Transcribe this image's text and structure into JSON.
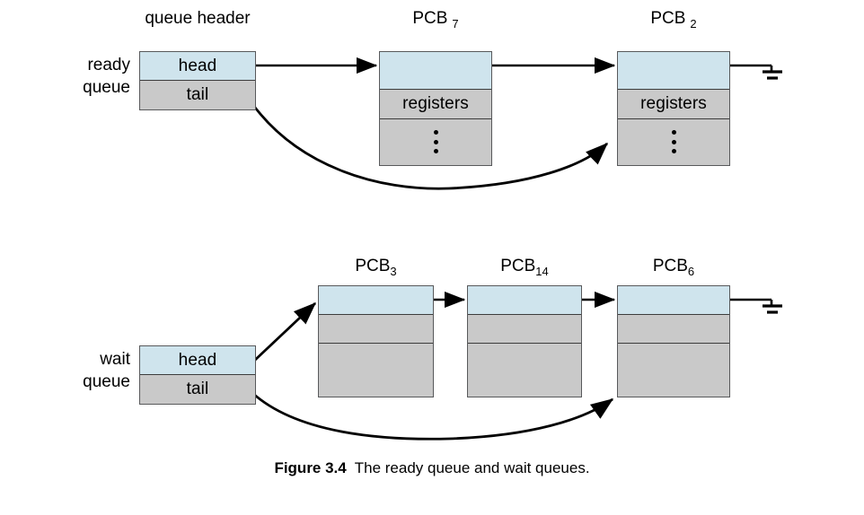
{
  "figure": {
    "caption_label": "Figure 3.4",
    "caption_text": "The ready queue and wait queues.",
    "colors": {
      "pointer_field": "#cfe4ed",
      "body_field": "#c9c9c9",
      "border": "#58595b",
      "line": "#000000"
    }
  },
  "ready_queue": {
    "side_label": "ready\nqueue",
    "header_title": "queue header",
    "header": {
      "head_label": "head",
      "tail_label": "tail"
    },
    "nodes": [
      {
        "title_base": "PCB",
        "title_sub": "7",
        "sub_style": "spaced",
        "fields": [
          "",
          "registers",
          "dots"
        ]
      },
      {
        "title_base": "PCB",
        "title_sub": "2",
        "sub_style": "spaced",
        "fields": [
          "",
          "registers",
          "dots"
        ]
      }
    ]
  },
  "wait_queue": {
    "side_label": "wait\nqueue",
    "header": {
      "head_label": "head",
      "tail_label": "tail"
    },
    "nodes": [
      {
        "title_base": "PCB",
        "title_sub": "3",
        "sub_style": "tight",
        "fields": [
          "",
          "",
          ""
        ]
      },
      {
        "title_base": "PCB",
        "title_sub": "14",
        "sub_style": "tight",
        "fields": [
          "",
          "",
          ""
        ]
      },
      {
        "title_base": "PCB",
        "title_sub": "6",
        "sub_style": "tight",
        "fields": [
          "",
          "",
          ""
        ]
      }
    ]
  }
}
